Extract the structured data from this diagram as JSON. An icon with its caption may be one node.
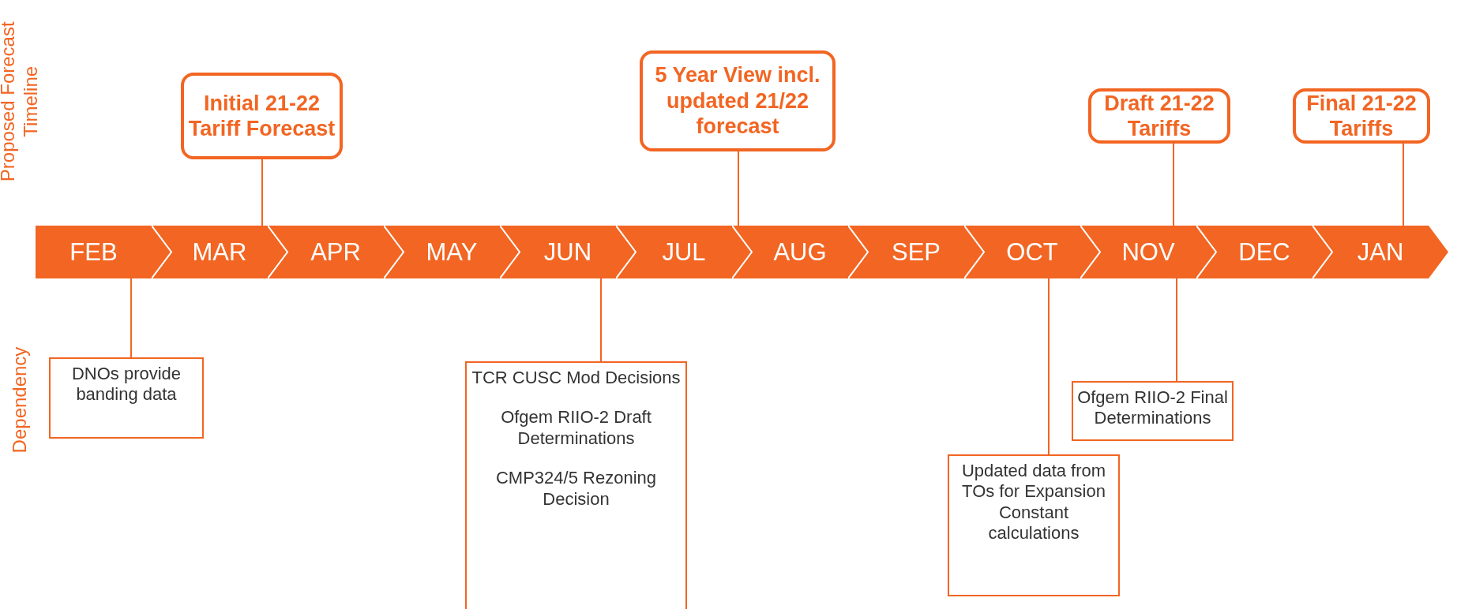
{
  "diagram": {
    "nodes": [
      {
        "text": [
          "Initial 21-22 Tariff Forecast"
        ]
      },
      {
        "text": [
          "5 Year View incl. updated 21/22 forecast"
        ]
      },
      {
        "text": [
          "Draft 21-22 Tariffs"
        ]
      },
      {
        "text": [
          "Final 21-22 Tariffs"
        ]
      },
      {
        "text": [
          "FEB"
        ]
      },
      {
        "text": [
          "MAR"
        ]
      },
      {
        "text": [
          "APR"
        ]
      },
      {
        "text": [
          "MAY"
        ]
      },
      {
        "text": [
          "JUN"
        ]
      },
      {
        "text": [
          "JUL"
        ]
      },
      {
        "text": [
          "AUG"
        ]
      },
      {
        "text": [
          "SEP"
        ]
      },
      {
        "text": [
          "OCT"
        ]
      },
      {
        "text": [
          "NOV"
        ]
      },
      {
        "text": [
          "DEC"
        ]
      },
      {
        "text": [
          "JAN"
        ]
      },
      {
        "text": [
          "DNOs provide banding data"
        ]
      },
      {
        "text": [
          "TCR CUSC Mod Decisions",
          "Ofgem RIIO-2 Draft Determinations",
          "CMP324/5 Rezoning Decision"
        ]
      },
      {
        "text": [
          "Updated data from TOs for Expansion Constant calculations"
        ]
      },
      {
        "text": [
          "Ofgem RIIO-2 Final Determinations"
        ]
      }
    ],
    "edges": [
      {
        "from": 0,
        "to": 5,
        "arrow": "none"
      },
      {
        "from": 1,
        "to": 9,
        "arrow": "none"
      },
      {
        "from": 2,
        "to": 13,
        "arrow": "none"
      },
      {
        "from": 3,
        "to": 15,
        "arrow": "none"
      },
      {
        "from": 4,
        "to": 16,
        "arrow": "none"
      },
      {
        "from": 8,
        "to": 17,
        "arrow": "none"
      },
      {
        "from": 12,
        "to": 18,
        "arrow": "none"
      },
      {
        "from": 13,
        "to": 19,
        "arrow": "none"
      }
    ],
    "labels": [
      "Proposed Forecast Timeline",
      "Dependency"
    ]
  }
}
